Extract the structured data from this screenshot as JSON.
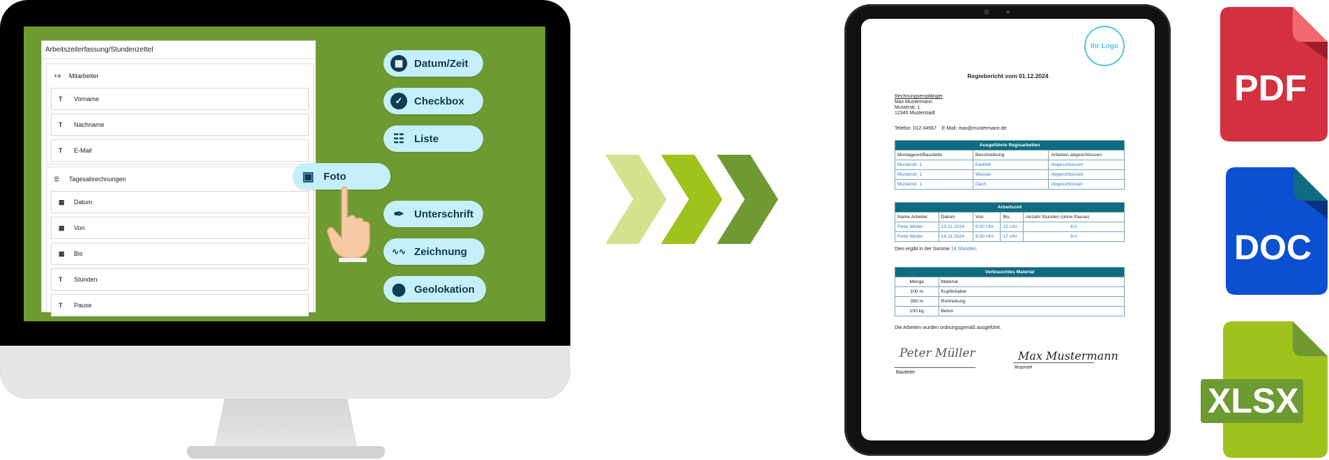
{
  "colors": {
    "screen_green": "#6e9a32",
    "pill_bg": "#c5f0fb",
    "pill_text": "#0d3a4e",
    "chevron_light": "#d4e28e",
    "chevron_mid": "#9fc21c",
    "chevron_dark": "#6f9a32",
    "table_header": "#0e6b80",
    "logo": "#4fc6e6",
    "pdf": "#d33040",
    "doc": "#0d4fd1",
    "xlsx": "#9fc21c"
  },
  "form": {
    "title": "Arbeitszeiterfassung/Stundenzettel",
    "section1": {
      "label": "Mitarbeiter",
      "icon": "user-list-icon",
      "fields": [
        {
          "label": "Vorname",
          "icon": "text-icon"
        },
        {
          "label": "Nachname",
          "icon": "text-icon"
        },
        {
          "label": "E-Mail",
          "icon": "text-icon"
        }
      ]
    },
    "section2": {
      "label": "Tagesabrechnungen",
      "icon": "list-icon",
      "fields": [
        {
          "label": "Datum",
          "icon": "calendar-icon"
        },
        {
          "label": "Von",
          "icon": "calendar-icon"
        },
        {
          "label": "Bis",
          "icon": "calendar-icon"
        },
        {
          "label": "Stunden",
          "icon": "text-icon"
        },
        {
          "label": "Pause",
          "icon": "text-icon"
        }
      ]
    }
  },
  "pills": {
    "datum": "Datum/Zeit",
    "checkbox": "Checkbox",
    "liste": "Liste",
    "foto": "Foto",
    "unterschrift": "Unterschrift",
    "zeichnung": "Zeichnung",
    "geolokation": "Geolokation"
  },
  "report": {
    "logo": "Ihr Logo",
    "title": "Regiebericht vom 01.12.2024",
    "recipient_label": "Rechnungsempfänger",
    "recipient_name": "Max Mustermann",
    "recipient_street": "Musterstr. 1",
    "recipient_city": "12345 Musterstadt",
    "contact": "Telefon: 012-34567    E-Mail: max@mustermann.de",
    "table1": {
      "caption": "Ausgeführte Regisarbeiten",
      "headers": [
        "Montageort/Baustelle",
        "Beschreibung",
        "Arbeiten abgeschlossen"
      ],
      "rows": [
        [
          "Musterstr. 1",
          "Elektrik",
          "Abgeschlossen"
        ],
        [
          "Musterstr. 1",
          "Wasser",
          "Abgeschlossen"
        ],
        [
          "Musterstr. 1",
          "Dach",
          "Abgeschlossen"
        ]
      ]
    },
    "table2": {
      "caption": "Arbeitszeit",
      "headers": [
        "Name Arbeiter",
        "Datum",
        "Von",
        "Bis",
        "Anzahl Stunden (ohne Pause)"
      ],
      "rows": [
        [
          "Peter Müller",
          "13.11.2024",
          "9:00 Uhr",
          "15 Uhr",
          "6 h"
        ],
        [
          "Peter Müller",
          "14.11.2024",
          "9:00 Uhr",
          "17 Uhr",
          "8 h"
        ]
      ]
    },
    "sum_prefix": "Dies ergibt in der Summe",
    "sum_value": "14 Stunden",
    "sum_suffix": ".",
    "table3": {
      "caption": "Verbrauchtes Material",
      "headers": [
        "Menge",
        "Material"
      ],
      "rows": [
        [
          "100 m",
          "Kupferkabel"
        ],
        [
          "350 m",
          "Rohrleitung"
        ],
        [
          "100 kg",
          "Beton"
        ]
      ]
    },
    "done_text": "Die Arbeiten wurden ordnungsgemäß ausgeführt.",
    "sig1": "Peter Müller",
    "sig1_label": "Bauleiter",
    "sig2": "Max Mustermann",
    "sig2_label": "#name#"
  },
  "files": {
    "pdf": "PDF",
    "doc": "DOC",
    "xlsx": "XLSX"
  }
}
